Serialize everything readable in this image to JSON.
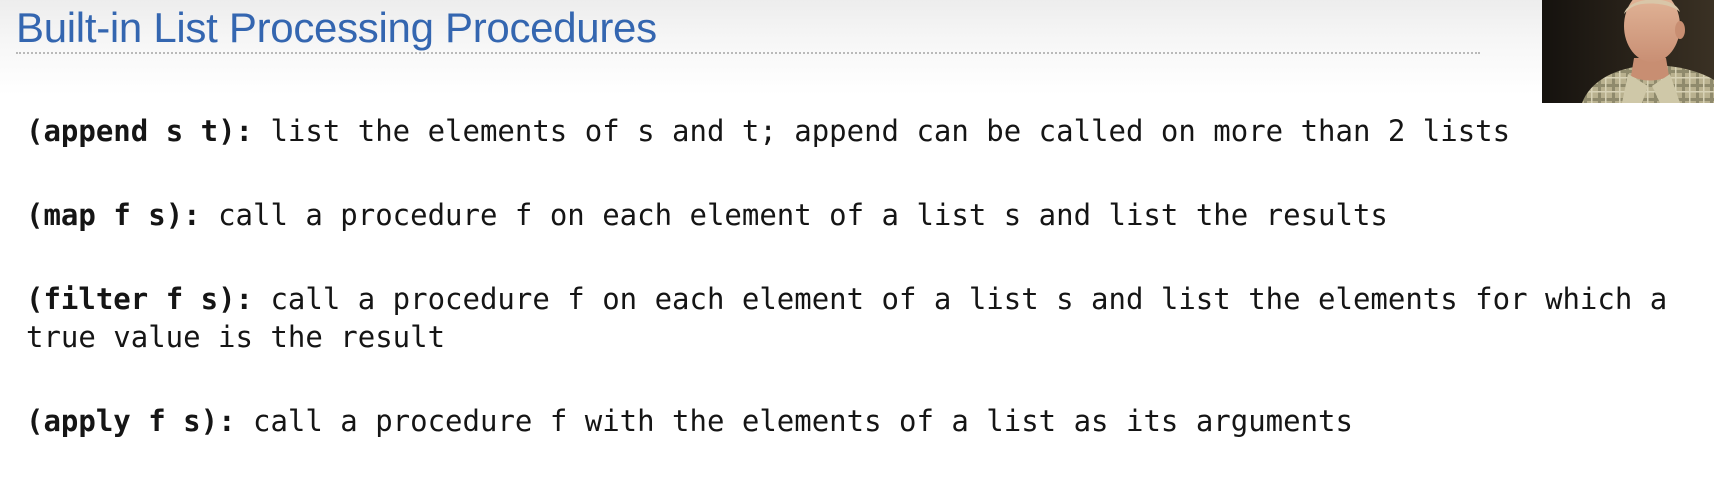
{
  "slide": {
    "title": "Built-in List Processing Procedures"
  },
  "presenter": {
    "icon": "presenter-video-icon"
  },
  "entries": [
    {
      "open": "(",
      "name": "append",
      "args": " s t",
      "close": "):",
      "description": " list the elements of s and t; append can be called on more than 2 lists"
    },
    {
      "open": "(",
      "name": "map",
      "args": " f s",
      "close": "):",
      "description": " call a procedure f on each element of a list s and list the results"
    },
    {
      "open": "(",
      "name": "filter",
      "args": " f s",
      "close": "):",
      "description": " call a procedure f on each element of a list s and list the elements for which a true value is the result"
    },
    {
      "open": "(",
      "name": "apply",
      "args": " f s",
      "close": "):",
      "description": " call a procedure f with the elements of a list as its arguments"
    }
  ]
}
